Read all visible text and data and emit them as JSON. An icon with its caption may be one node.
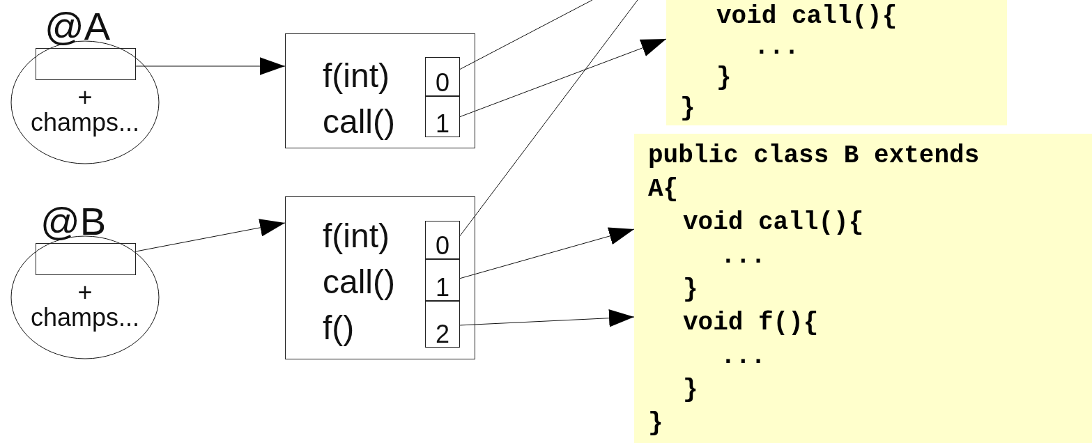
{
  "diagram": {
    "nodes": [
      {
        "text": [
          "@A",
          "+ champs..."
        ]
      },
      {
        "text": [],
        "shape": "box",
        "in": 0
      },
      {
        "text": [
          "f(int)",
          "call()"
        ]
      },
      {
        "text": [
          "0"
        ],
        "in": 2
      },
      {
        "text": [
          "1"
        ],
        "in": 2
      },
      {
        "text": [
          "@B",
          "+ champs..."
        ]
      },
      {
        "text": [],
        "shape": "box",
        "in": 5
      },
      {
        "text": [
          "f(int)",
          "call()",
          "f()"
        ]
      },
      {
        "text": [
          "0"
        ],
        "in": 7
      },
      {
        "text": [
          "1"
        ],
        "in": 7
      },
      {
        "text": [
          "2"
        ],
        "in": 7
      },
      {
        "text": [
          "void call(){",
          "...",
          "}",
          "}"
        ]
      },
      {
        "text": [
          "public class B extends A{",
          "void call(){",
          "...",
          "}",
          "void f(){",
          "...",
          "}",
          "}"
        ]
      }
    ],
    "edges": [
      {
        "from": 1,
        "to": 2,
        "arrow": "to"
      },
      {
        "from": 6,
        "to": 7,
        "arrow": "to"
      },
      {
        "from": 3,
        "to": null,
        "arrow": "none"
      },
      {
        "from": 4,
        "to": 11,
        "arrow": "to"
      },
      {
        "from": 8,
        "to": null,
        "arrow": "none"
      },
      {
        "from": 9,
        "to": 12,
        "arrow": "to"
      },
      {
        "from": 10,
        "to": 12,
        "arrow": "to"
      }
    ]
  }
}
